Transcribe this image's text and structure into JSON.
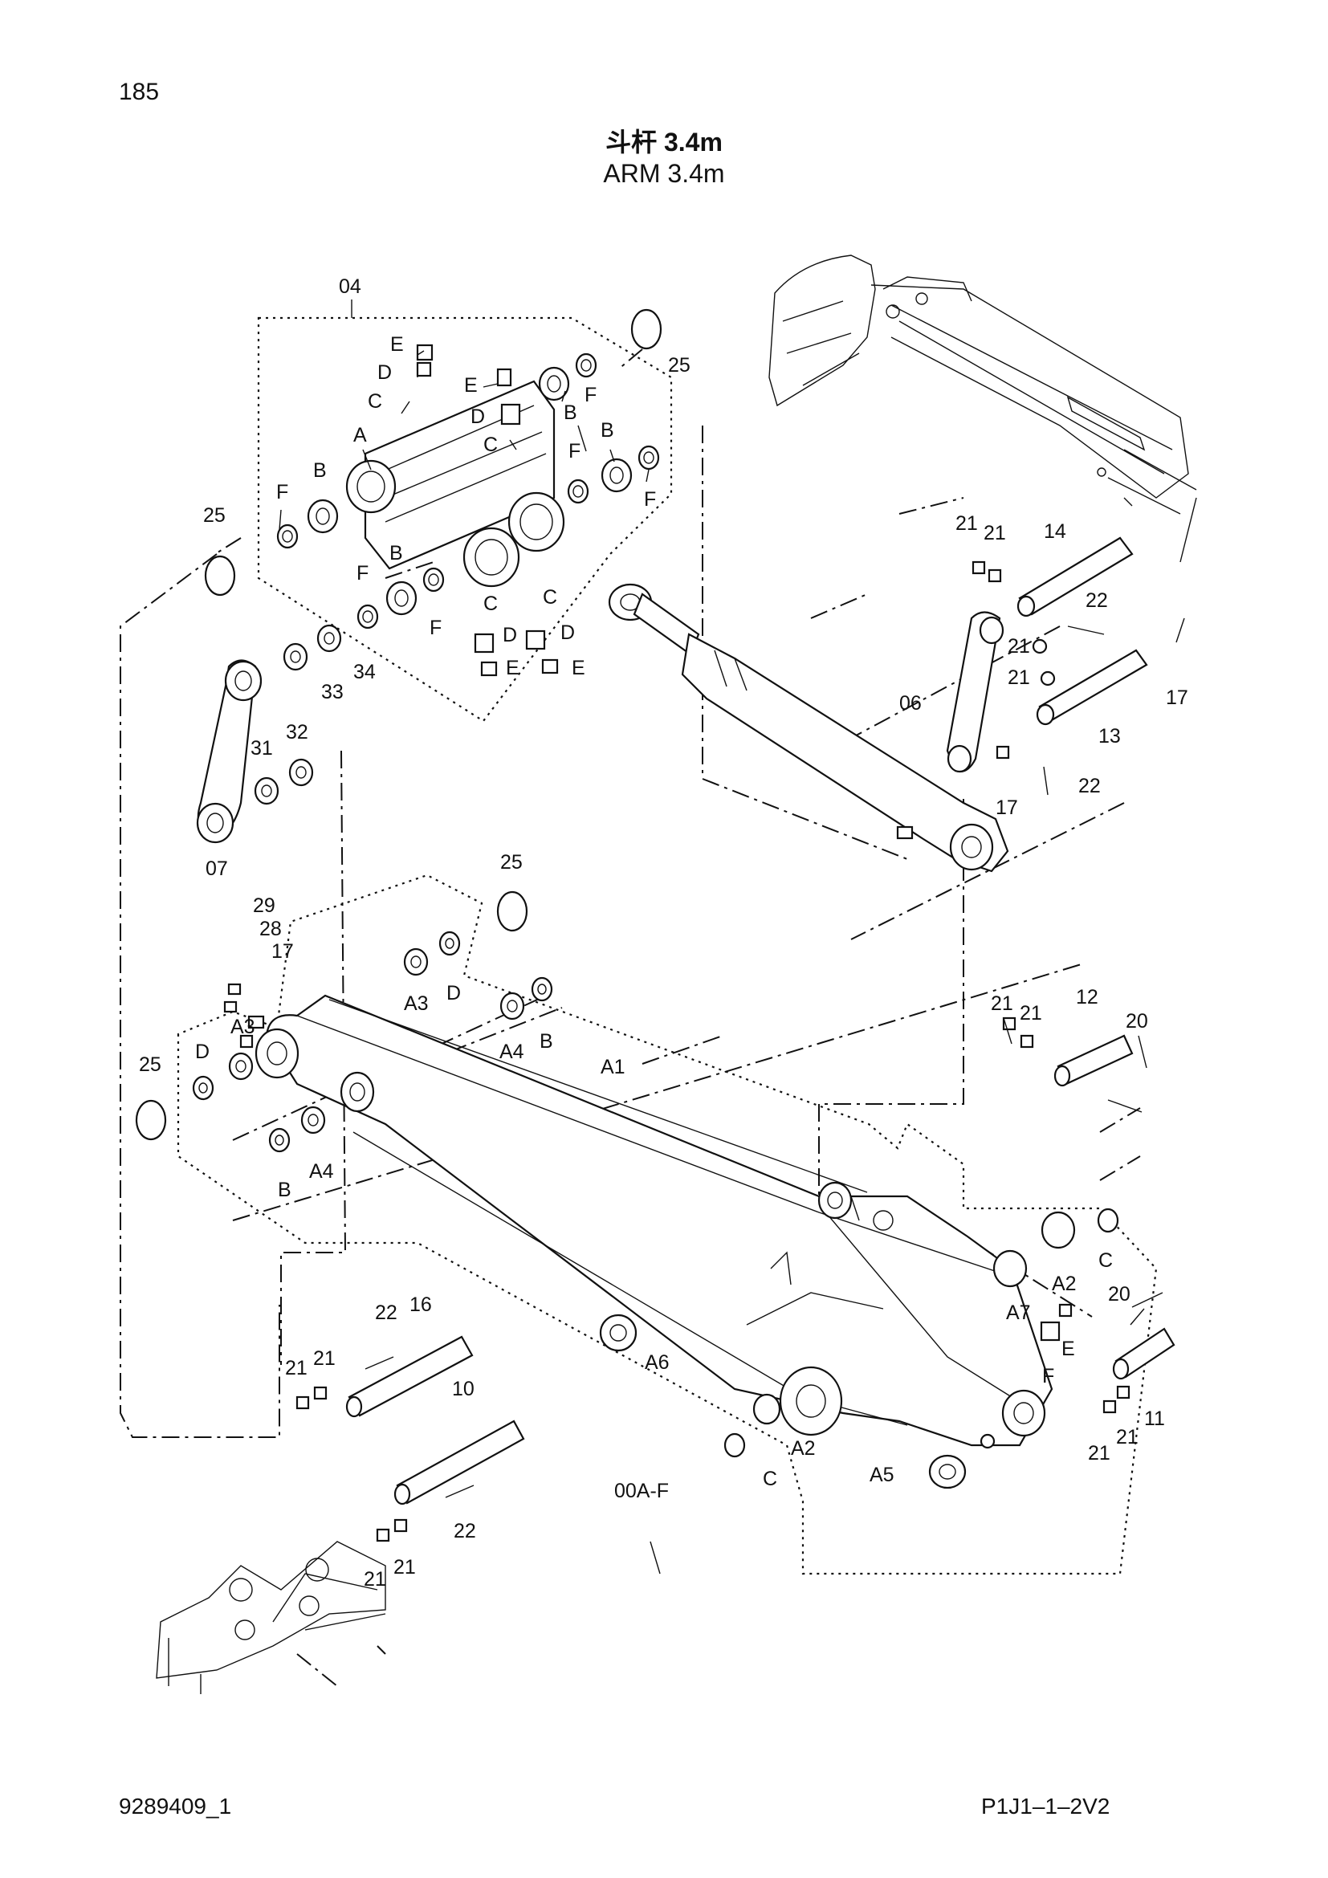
{
  "header": {
    "page_number": "185",
    "title_cn": "斗杆 3.4m",
    "title_en": "ARM 3.4m"
  },
  "footer": {
    "doc_id": "9289409_1",
    "page_code": "P1J1–1–2V2"
  },
  "callouts": {
    "c04": "04",
    "c25a": "25",
    "c25b": "25",
    "c25c": "25",
    "c25d": "25",
    "eTop": "E",
    "dTop": "D",
    "cTop": "C",
    "aTop": "A",
    "bLeft": "B",
    "fLeft": "F",
    "eMid": "E",
    "dMid": "D",
    "cMid": "C",
    "bTopR": "B",
    "fTopR": "F",
    "bMidR": "B",
    "fMidR1": "F",
    "fMidR2": "F",
    "fLow": "F",
    "bLow": "B",
    "fLow2": "F",
    "cLow1": "C",
    "cLow2": "C",
    "dLow1": "D",
    "dLow2": "D",
    "eLow1": "E",
    "eLow2": "E",
    "c33": "33",
    "c34": "34",
    "c31": "31",
    "c32": "32",
    "c07": "07",
    "c21a": "21",
    "c21b": "21",
    "c14": "14",
    "c22a": "22",
    "c21c": "21",
    "c21d": "21",
    "c06": "06",
    "c13": "13",
    "c17a": "17",
    "c17b": "17",
    "c22b": "22",
    "c29": "29",
    "c28": "28",
    "c17c": "17",
    "a3a": "A3",
    "dArm": "D",
    "a3b": "A3",
    "dArm2": "D",
    "a4a": "A4",
    "bArm": "B",
    "a4b": "A4",
    "bArm2": "B",
    "a1": "A1",
    "c21e": "21",
    "c21f": "21",
    "c12": "12",
    "c20a": "20",
    "a2a": "A2",
    "cArm": "C",
    "a7": "A7",
    "eArm": "E",
    "fArm": "F",
    "c20b": "20",
    "a6": "A6",
    "a2b": "A2",
    "cArm2": "C",
    "a5": "A5",
    "c00af": "00A-F",
    "c11": "11",
    "c21g": "21",
    "c21h": "21",
    "c22c": "22",
    "c16": "16",
    "c21i": "21",
    "c21j": "21",
    "c10": "10",
    "c22d": "22",
    "c21k": "21",
    "c21l": "21"
  }
}
